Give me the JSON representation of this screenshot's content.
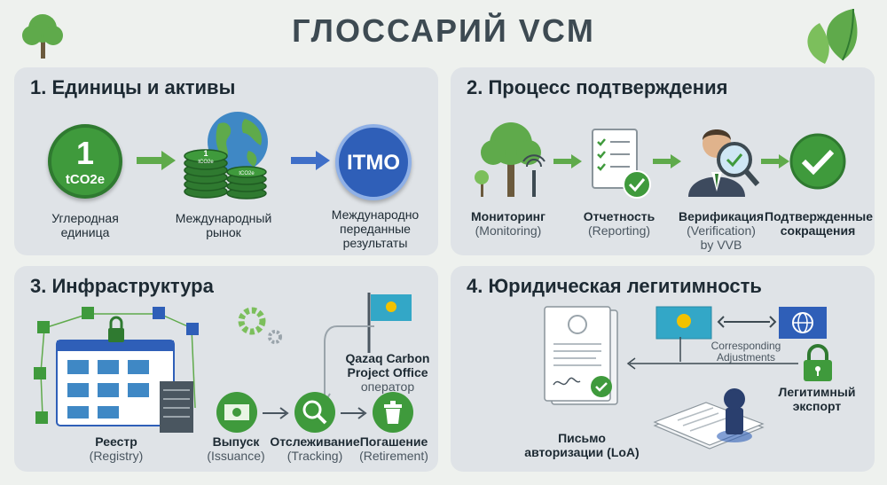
{
  "title": "ГЛОССАРИЙ VCM",
  "colors": {
    "green": "#3f9a3c",
    "dark_green": "#2f7a30",
    "blue": "#2f5fb8",
    "panel": "#dfe3e7"
  },
  "sections": {
    "units": {
      "heading": "1. Единицы и активы",
      "coin_number": "1",
      "coin_unit": "tCO2e",
      "stack_coin_top": "1",
      "stack_coin_unit": "tCO2e",
      "stack_coin_side": "tCO2e",
      "itmo_badge": "ITMO",
      "items": [
        {
          "label": "Углеродная единица"
        },
        {
          "label": "Международный рынок"
        },
        {
          "label": "Международно переданные результаты"
        }
      ]
    },
    "verification": {
      "heading": "2. Процесс подтверждения",
      "items": [
        {
          "label": "Мониторинг",
          "sub": "(Monitoring)"
        },
        {
          "label": "Отчетность",
          "sub": "(Reporting)"
        },
        {
          "label": "Верификация",
          "sub": "(Verification)",
          "sub2": "by VVB"
        },
        {
          "label": "Подтвержденные",
          "label2": "сокращения"
        }
      ]
    },
    "infrastructure": {
      "heading": "3. Инфраструктура",
      "operator": {
        "name1": "Qazaq Carbon",
        "name2": "Project Office",
        "role": "оператор"
      },
      "items": [
        {
          "label": "Реестр",
          "sub": "(Registry)"
        },
        {
          "label": "Выпуск",
          "sub": "(Issuance)"
        },
        {
          "label": "Отслеживание",
          "sub": "(Tracking)"
        },
        {
          "label": "Погашение",
          "sub": "(Retirement)"
        }
      ]
    },
    "legal": {
      "heading": "4. Юридическая легитимность",
      "adjustments": {
        "line1": "Corresponding",
        "line2": "Adjustments"
      },
      "loa": {
        "label1": "Письмо",
        "label2": "авторизации (LoA)"
      },
      "export": {
        "label1": "Легитимный",
        "label2": "экспорт"
      }
    }
  }
}
